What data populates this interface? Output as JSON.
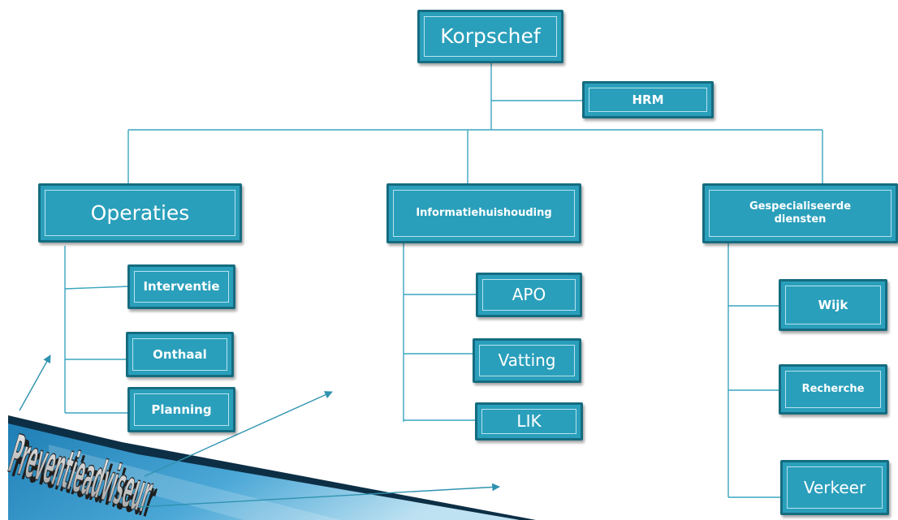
{
  "org_chart": {
    "root": "Korpschef",
    "staff": "HRM",
    "divisions": [
      {
        "name": "Operaties",
        "units": [
          "Interventie",
          "Onthaal",
          "Planning"
        ]
      },
      {
        "name": "Informatiehuishouding",
        "units": [
          "APO",
          "Vatting",
          "LIK"
        ]
      },
      {
        "name": "Gespecialiseerde diensten",
        "units": [
          "Wijk",
          "Recherche",
          "Verkeer"
        ]
      }
    ]
  },
  "banner_text": "Preventieadviseur",
  "colors": {
    "box_fill": "#2a9fbb",
    "box_border": "#156c80",
    "connector": "#3aa6bf",
    "arrow": "#2f93b0",
    "banner_blue": "#2e8fc4"
  }
}
